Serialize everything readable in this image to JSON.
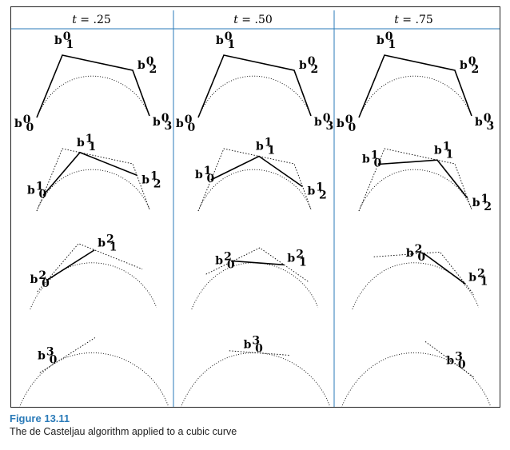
{
  "colors": {
    "accent": "#2a7ab8",
    "ink": "#000000",
    "frame": "#222222"
  },
  "columns": [
    {
      "var": "t",
      "eq": " = ",
      "value": ".25",
      "t": 0.25
    },
    {
      "var": "t",
      "eq": " = ",
      "value": ".50",
      "t": 0.5
    },
    {
      "var": "t",
      "eq": " = ",
      "value": ".75",
      "t": 0.75
    }
  ],
  "point_symbol": "b",
  "caption": {
    "title": "Figure 13.11",
    "text": "The de Casteljau algorithm applied to a cubic curve"
  }
}
